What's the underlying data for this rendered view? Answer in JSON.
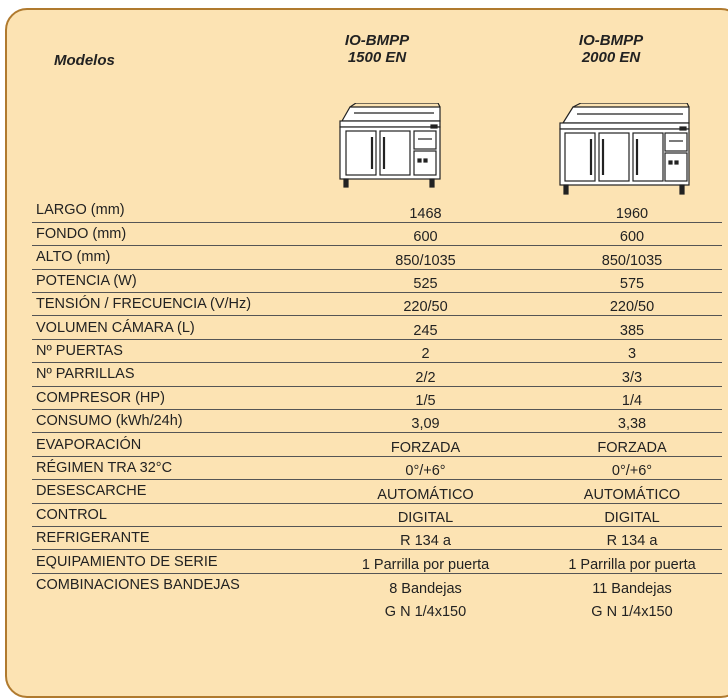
{
  "header": {
    "models_label": "Modelos",
    "model_1": {
      "line1": "IO-BMPP",
      "line2": "1500 EN"
    },
    "model_2": {
      "line1": "IO-BMPP",
      "line2": "2000 EN"
    }
  },
  "colors": {
    "background": "#fce3b3",
    "border": "#b07a2e",
    "rule": "#555555"
  },
  "rows": [
    {
      "label": "LARGO (mm)",
      "v1": "1468",
      "v2": "1960"
    },
    {
      "label": "FONDO (mm)",
      "v1": "600",
      "v2": "600"
    },
    {
      "label": "ALTO (mm)",
      "v1": "850/1035",
      "v2": "850/1035"
    },
    {
      "label": "POTENCIA (W)",
      "v1": "525",
      "v2": "575"
    },
    {
      "label": "TENSIÓN / FRECUENCIA (V/Hz)",
      "v1": "220/50",
      "v2": "220/50"
    },
    {
      "label": "VOLUMEN CÁMARA (L)",
      "v1": "245",
      "v2": "385"
    },
    {
      "label": "Nº PUERTAS",
      "v1": "2",
      "v2": "3"
    },
    {
      "label": "Nº PARRILLAS",
      "v1": "2/2",
      "v2": "3/3"
    },
    {
      "label": "COMPRESOR (HP)",
      "v1": "1/5",
      "v2": "1/4"
    },
    {
      "label": "CONSUMO (kWh/24h)",
      "v1": "3,09",
      "v2": "3,38"
    },
    {
      "label": "EVAPORACIÓN",
      "v1": "FORZADA",
      "v2": "FORZADA"
    },
    {
      "label": "RÉGIMEN TRA 32°C",
      "v1": "0°/+6°",
      "v2": "0°/+6°"
    },
    {
      "label": "DESESCARCHE",
      "v1": "AUTOMÁTICO",
      "v2": "AUTOMÁTICO"
    },
    {
      "label": "CONTROL",
      "v1": "DIGITAL",
      "v2": "DIGITAL"
    },
    {
      "label": "REFRIGERANTE",
      "v1": "R 134 a",
      "v2": "R 134 a"
    },
    {
      "label": "EQUIPAMIENTO DE SERIE",
      "v1": "1 Parrilla por puerta",
      "v2": "1 Parrilla por puerta"
    },
    {
      "label": "COMBINACIONES BANDEJAS",
      "v1": "8 Bandejas",
      "v2": "11 Bandejas"
    },
    {
      "label": "",
      "v1": "G N 1/4x150",
      "v2": "G N 1/4x150"
    }
  ]
}
